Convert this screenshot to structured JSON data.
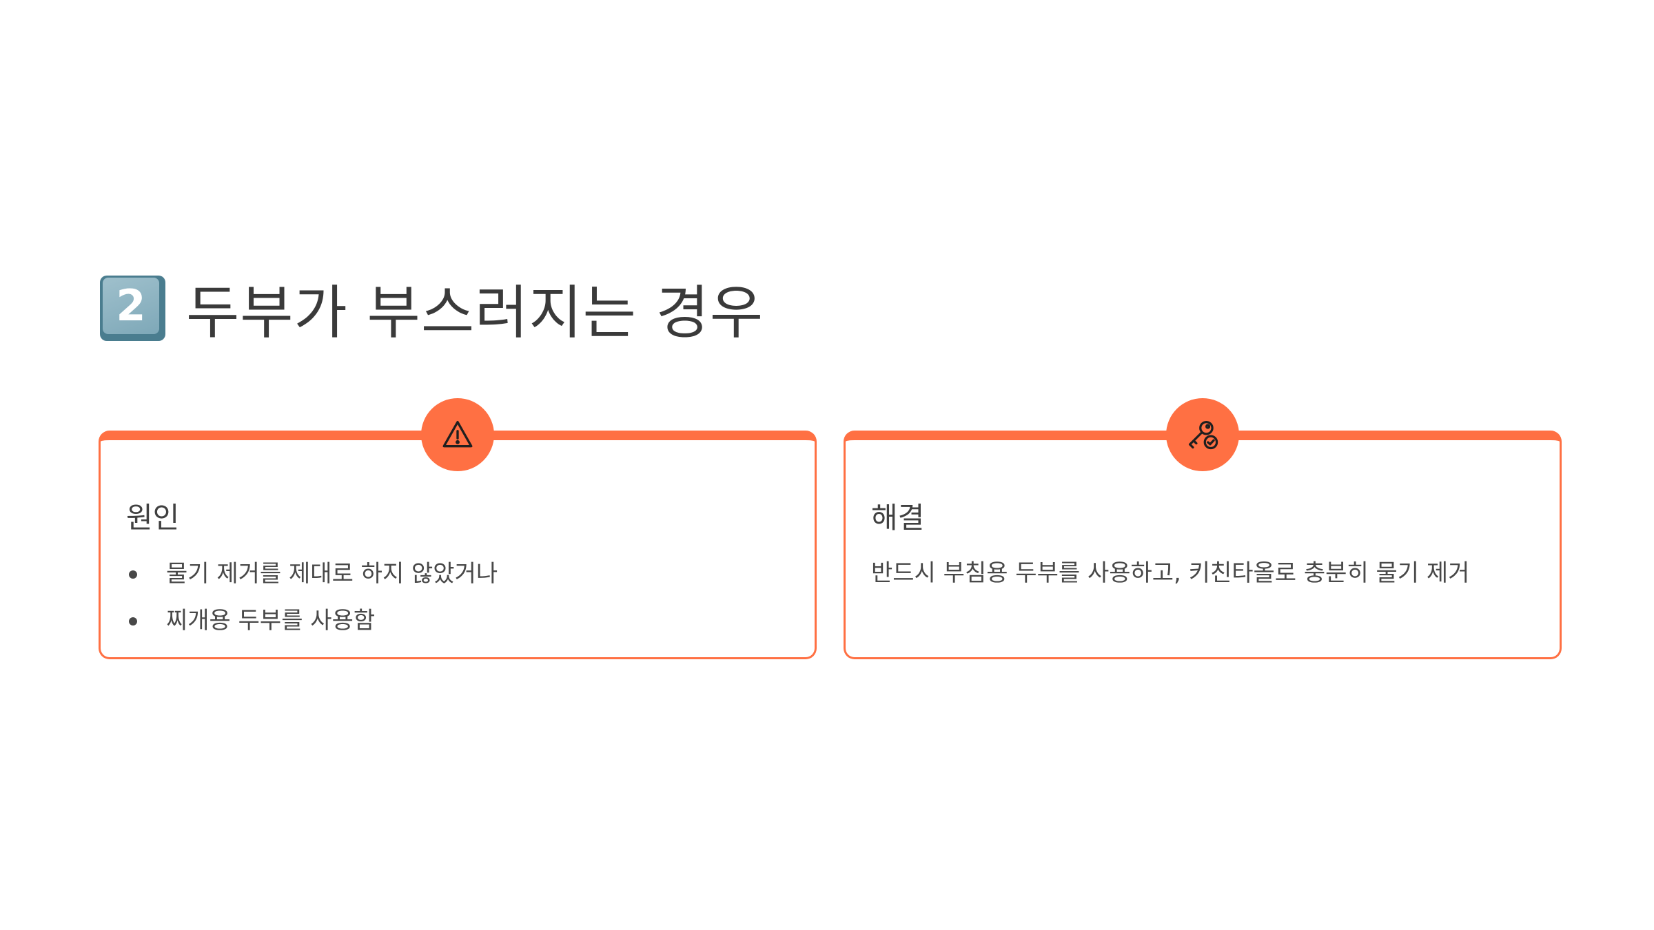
{
  "title": {
    "number_badge": "2",
    "number_icon": "keycap-digit-two-icon",
    "text": "두부가 부스러지는 경우"
  },
  "accent_color": "#ff7043",
  "cards": {
    "cause": {
      "icon": "warning-triangle-icon",
      "heading": "원인",
      "items": [
        "물기 제거를 제대로 하지 않았거나",
        "찌개용 두부를 사용함"
      ]
    },
    "solution": {
      "icon": "key-check-icon",
      "heading": "해결",
      "body": "반드시 부침용 두부를 사용하고, 키친타올로 충분히 물기 제거"
    }
  }
}
